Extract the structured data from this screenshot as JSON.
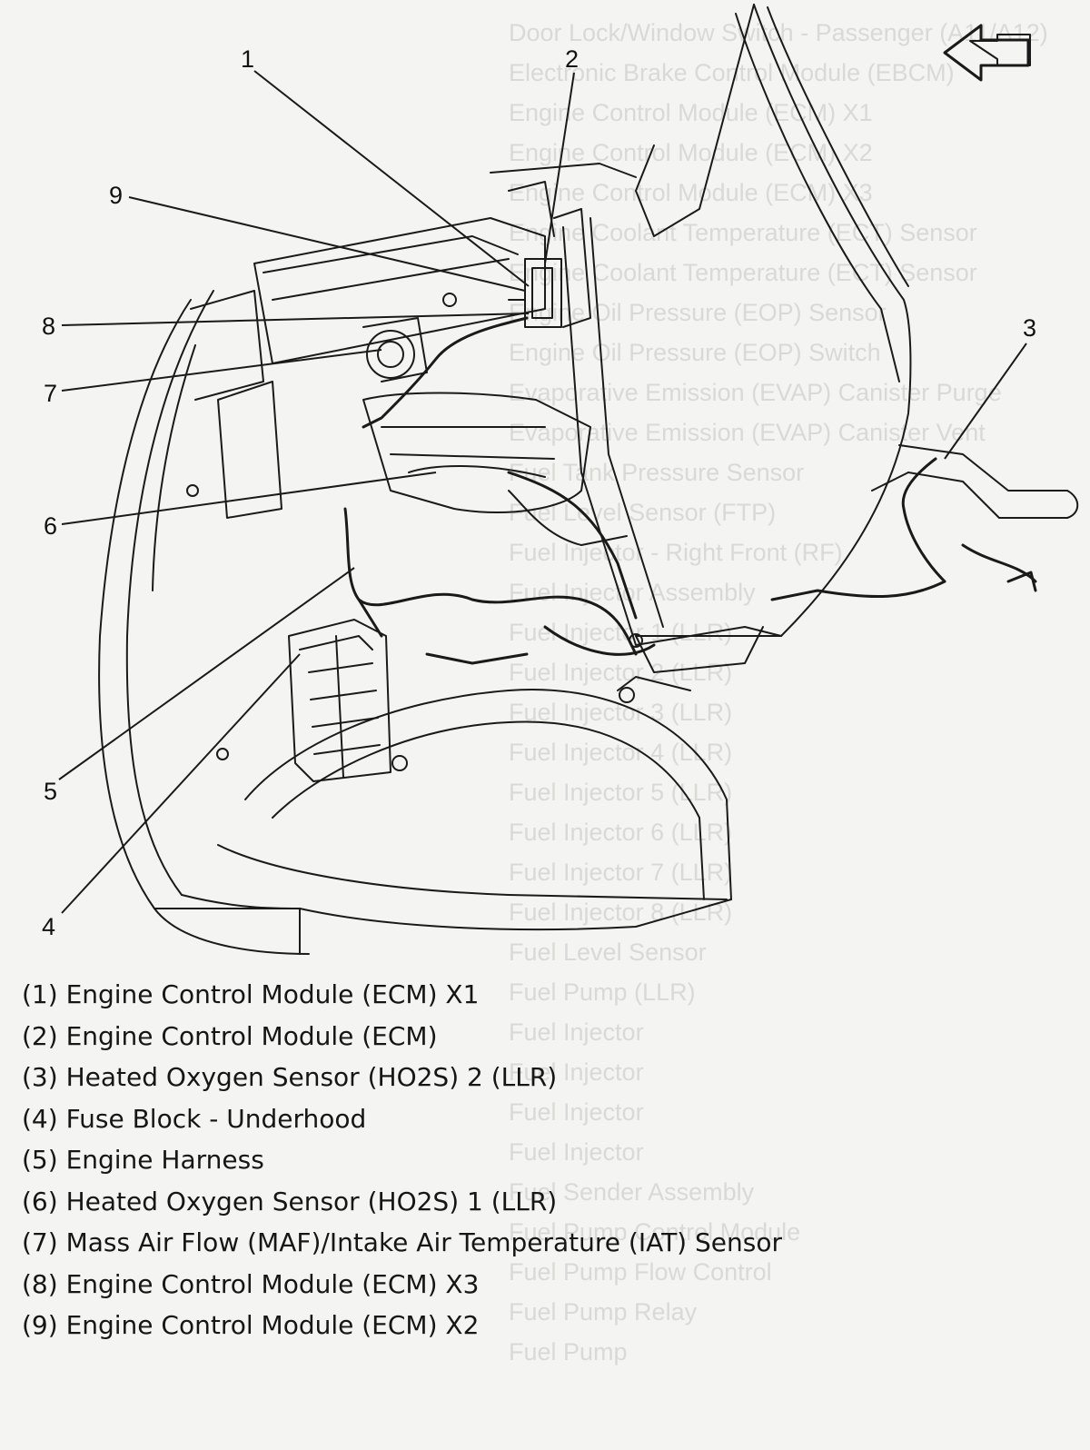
{
  "callouts": [
    "1",
    "2",
    "3",
    "4",
    "5",
    "6",
    "7",
    "8",
    "9"
  ],
  "legend": [
    "(1) Engine Control Module (ECM) X1",
    "(2) Engine Control Module (ECM)",
    "(3) Heated Oxygen Sensor (HO2S) 2 (LLR)",
    "(4) Fuse Block - Underhood",
    "(5) Engine Harness",
    "(6) Heated Oxygen Sensor (HO2S) 1 (LLR)",
    "(7) Mass Air Flow (MAF)/Intake Air Temperature (IAT) Sensor",
    "(8) Engine Control Module (ECM) X3",
    "(9) Engine Control Module (ECM) X2"
  ],
  "bleed_through": [
    "Door Lock/Window Switch - Passenger (A11/A12)",
    "Electronic Brake Control Module (EBCM)",
    "Engine Control Module (ECM) X1",
    "Engine Control Module (ECM) X2",
    "Engine Control Module (ECM) X3",
    "Engine Coolant Temperature (ECT) Sensor",
    "Engine Coolant Temperature (ECT) Sensor",
    "Engine Oil Pressure (EOP) Sensor",
    "Engine Oil Pressure (EOP) Switch",
    "Evaporative Emission (EVAP) Canister Purge",
    "Evaporative Emission (EVAP) Canister Vent",
    "Fuel Tank Pressure Sensor",
    "Fuel Level Sensor (FTP)",
    "Fuel Injector - Right Front (RF)",
    "Fuel Injector Assembly",
    "Fuel Injector 1 (LLR)",
    "Fuel Injector 2 (LLR)",
    "Fuel Injector 3 (LLR)",
    "Fuel Injector 4 (LLR)",
    "Fuel Injector 5 (LLR)",
    "Fuel Injector 6 (LLR)",
    "Fuel Injector 7 (LLR)",
    "Fuel Injector 8 (LLR)",
    "Fuel Level Sensor",
    "Fuel Pump (LLR)",
    "Fuel Injector",
    "Fuel Injector",
    "Fuel Injector",
    "Fuel Injector",
    "Fuel Sender Assembly",
    "Fuel Pump Control Module",
    "Fuel Pump Flow Control",
    "Fuel Pump Relay",
    "Fuel Pump"
  ],
  "colors": {
    "ink": "#1a1a1a",
    "paper": "#f4f4f2",
    "ghost": "#d9d9d6"
  },
  "icons": {
    "arrow": "left-arrow-icon"
  }
}
